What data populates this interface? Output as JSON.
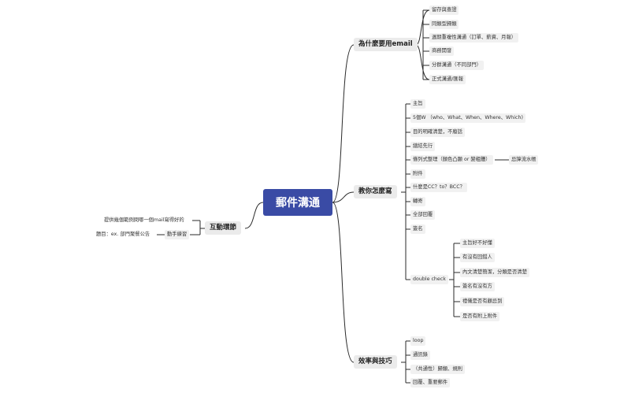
{
  "root": {
    "title": "郵件溝通",
    "color": "#3a4ba5"
  },
  "line_color": "#2a2a2a",
  "branches": {
    "why": {
      "label": "為什麼要用email",
      "items": [
        "留存與查證",
        "同類型歸類",
        "週期重複性溝通（訂單、薪資、月報）",
        "商務開發",
        "分群溝通（不同部門）",
        "正式溝通/匯報"
      ]
    },
    "how": {
      "label": "教你怎麼寫",
      "items": [
        "主旨",
        "5個W （who、What、When、Where、Which)",
        "目的明確清楚，不廢話",
        "總結先行",
        "條列式整理（顏色凸顯 or 變粗體）",
        "附件",
        "什麼是CC？to？BCC？",
        "轉寄",
        "全部回覆",
        "簽名"
      ],
      "sub_note": "忌諱流水帳",
      "double_check": {
        "label": "double check",
        "items": [
          "主旨好不好懂",
          "有沒有回錯人",
          "內文清楚簡潔，分類是否清楚",
          "簽名有沒有方",
          "禮儀是否有顧忌到",
          "是否有附上附件"
        ]
      }
    },
    "efficiency": {
      "label": "效率與技巧",
      "items": [
        "loop",
        "通訊錄",
        "（共通性）歸類、規則",
        "回覆、重要郵件"
      ]
    },
    "interactive": {
      "label": "互動環節",
      "items": [
        "提供幾個範例問哪一個mail寫得好的",
        "動手練習"
      ],
      "practice_topic": "題目：ex. 部門聚餐公告"
    }
  }
}
